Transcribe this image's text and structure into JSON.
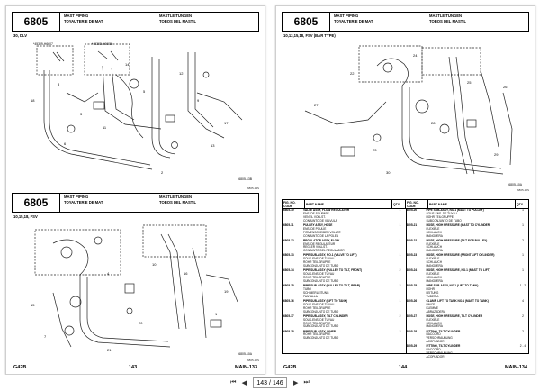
{
  "left_page": {
    "section_code": "6805",
    "title_en": "MAST PIPING",
    "title_nl": "TOYAUTERIE DE MAT",
    "title_de": "MASTLEITUNGEN",
    "title_es": "TOBOS DEL MASTIL",
    "fig1_model": "30, DLV",
    "fig1_label_a": "*45309-H6607",
    "fig1_label_b": "*45308-H6608",
    "fig1_number": "6805-13B",
    "fig1_db": "6805-13S",
    "fig2_model": "10,15,18, FSV",
    "fig2_number": "6805-10A",
    "fig2_db": "6805-10S",
    "footer_left": "G42B",
    "footer_page": "143",
    "footer_right": "MAIN-133"
  },
  "right_page": {
    "section_code": "6805",
    "title_en": "MAST PIPING",
    "title_nl": "TOYAUTERIE DE MAT",
    "title_de": "MASTLEITUNGEN",
    "title_es": "TOBOS DEL MASTIL",
    "fig_model": "10,13,15,18, FSV (BAR TYPE)",
    "fig_number": "6805-10A",
    "fig_db": "6805-10S",
    "table_headers": [
      "FIG. NO. CODE",
      "PART NAME",
      "QTY",
      "FIG. NO. CODE",
      "PART NAME",
      "QTY"
    ],
    "rows_left": [
      {
        "code": "6805-10",
        "lines": [
          "VALVE ASSY, FLOW REGULATOR",
          "ENS. DE SOUPAPE",
          "VENTIL VOLLST.",
          "CONJUNTO DE VALVULA"
        ],
        "qty": "1"
      },
      {
        "code": "6805-11",
        "lines": [
          "PULLEY ASSY, HOSE",
          "ENS. DE POULIE",
          "FIRMENSCHEIBEN VOLLST.",
          "CONJUNTO DE LA POLEA"
        ],
        "qty": "1"
      },
      {
        "code": "6805-12",
        "lines": [
          "REGULATOR ASSY, FLOW",
          "ENS. DE REGULATEUR",
          "REGLER VOLLST.",
          "CONJUNTO DEL REGULADOR"
        ],
        "qty": "1"
      },
      {
        "code": "6805-13",
        "lines": [
          "PIPE SUB-ASSY, NO.1 (VALVE TO LIFT)",
          "SOUS-ENS. DE TUYAU",
          "ROHR TEILGRUPPE",
          "SUBCONJUNTO DE TUBO"
        ],
        "qty": "1"
      },
      {
        "code": "6805-14",
        "lines": [
          "PIPE SUB-ASSY (PULLEY TO TILT, FRONT)",
          "SOUS-ENS. DE TUYAU",
          "ROHR TEILGRUPPE",
          "SUBCONJUNTO DE TUBO"
        ],
        "qty": "2"
      },
      {
        "code": "6805-15",
        "lines": [
          "PIPE SUB-ASSY (PULLEY TO TILT, REAR)",
          "TUBO",
          "SCHMIERLEITUNG",
          "PANTALLA"
        ],
        "qty": "2"
      },
      {
        "code": "6805-16",
        "lines": [
          "PIPE SUB-ASSY (LIFT TO TANK)",
          "SOUS-ENS. DE TUYAU",
          "ROHR TEILGRUPPE",
          "SUBCONJUNTO DE TUBO"
        ],
        "qty": "1"
      },
      {
        "code": "6805-17",
        "lines": [
          "PIPE SUB-ASSY, TILT CYLINDER",
          "SOUS-ENS. DE TUYAU",
          "ROHR TEILGRUPPE",
          "SUBCONJUNTO DE TUBO"
        ],
        "qty": "2"
      },
      {
        "code": "6805-18",
        "lines": [
          "PIPE SUB-ASSY, INNER",
          "ROHR TEILGRUPPE",
          "SUBCONJUNTO DE TUBO"
        ],
        "qty": "2"
      }
    ],
    "rows_right": [
      {
        "code": "6805-20",
        "lines": [
          "PIPE SUB-ASSY, NO.1 (MAST TO PULLEY)",
          "SOUS-ENS. DE TUYAU",
          "ROHR TEILGRUPPE",
          "SUBCONJUNTO DE TUBO"
        ],
        "qty": "1"
      },
      {
        "code": "6805-21",
        "lines": [
          "HOSE, HIGH PRESSURE (MAST TO CYLINDER)",
          "FLEXIBLE",
          "SCHLAUCH",
          "MANGUERA"
        ],
        "qty": "1"
      },
      {
        "code": "6805-22",
        "lines": [
          "HOSE, HIGH PRESSURE (TILT FOR PULLEY)",
          "FLEXIBLE",
          "SCHLAUCH",
          "MANGUERA"
        ],
        "qty": "2"
      },
      {
        "code": "6805-23",
        "lines": [
          "HOSE, HIGH PRESSURE (FRONT LIFT CYLINDER)",
          "FLEXIBLE",
          "SCHLAUCH",
          "MANGUERA"
        ],
        "qty": "1"
      },
      {
        "code": "6805-24",
        "lines": [
          "HOSE, HIGH PRESSURE, NO.1 (MAST TO LIFT)",
          "FLEXIBLE",
          "SCHLAUCH",
          "MANGUERA"
        ],
        "qty": "1"
      },
      {
        "code": "6805-25",
        "lines": [
          "PIPE SUB-ASSY, NO.1 (LIFT TO TANK)",
          "ROHR",
          "LEITUNG",
          "TUBERIA"
        ],
        "qty": "1 - 2"
      },
      {
        "code": "6805-26",
        "lines": [
          "CLAMP, LIFT TO TANK NO.1 (MAST TO TANK)",
          "PINCE",
          "KLEMME",
          "ABRAZADERA"
        ],
        "qty": "4"
      },
      {
        "code": "6805-27",
        "lines": [
          "HOSE, HIGH PRESSURE, TILT CYLINDER",
          "FLEXIBLE",
          "SCHLAUCH",
          "MANGUERA"
        ],
        "qty": "2"
      },
      {
        "code": "6805-28",
        "lines": [
          "FITTING, TILT CYLINDER",
          "RACCORD",
          "VERSCHRAUBUNG",
          "ACOPLADOR"
        ],
        "qty": "2"
      },
      {
        "code": "6805-29",
        "lines": [
          "FITTING, TILT CYLINDER",
          "RACCORD",
          "VERSCHRAUBUNG",
          "ACOPLADOR"
        ],
        "qty": "2 - 4"
      }
    ],
    "footer_left": "G42B",
    "footer_page": "144",
    "footer_right": "MAIN-134"
  },
  "toolbar": {
    "page_current": "143",
    "page_sep": "/",
    "page_total": "146"
  }
}
